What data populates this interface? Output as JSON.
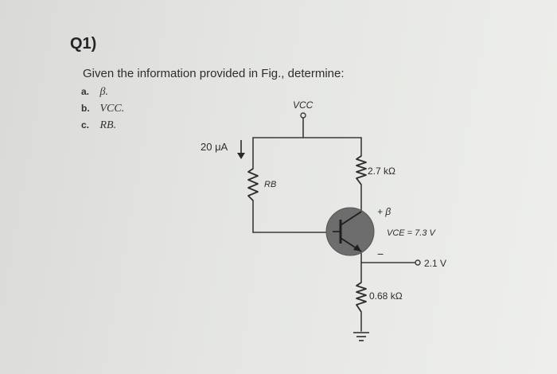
{
  "question": {
    "number": "Q1)",
    "prompt": "Given the information provided in Fig., determine:",
    "items": [
      {
        "label": "a.",
        "value": "β."
      },
      {
        "label": "b.",
        "value": "VCC."
      },
      {
        "label": "c.",
        "value": "RB."
      }
    ]
  },
  "circuit": {
    "vcc_label": "VCC",
    "ib_label": "20 μA",
    "rb_label": "RB",
    "rc_label": "2.7 kΩ",
    "beta_label": "+ β",
    "vce_label": "VCE = 7.3 V",
    "minus_label": "−",
    "ve_label": "2.1 V",
    "re_label": "0.68 kΩ"
  }
}
